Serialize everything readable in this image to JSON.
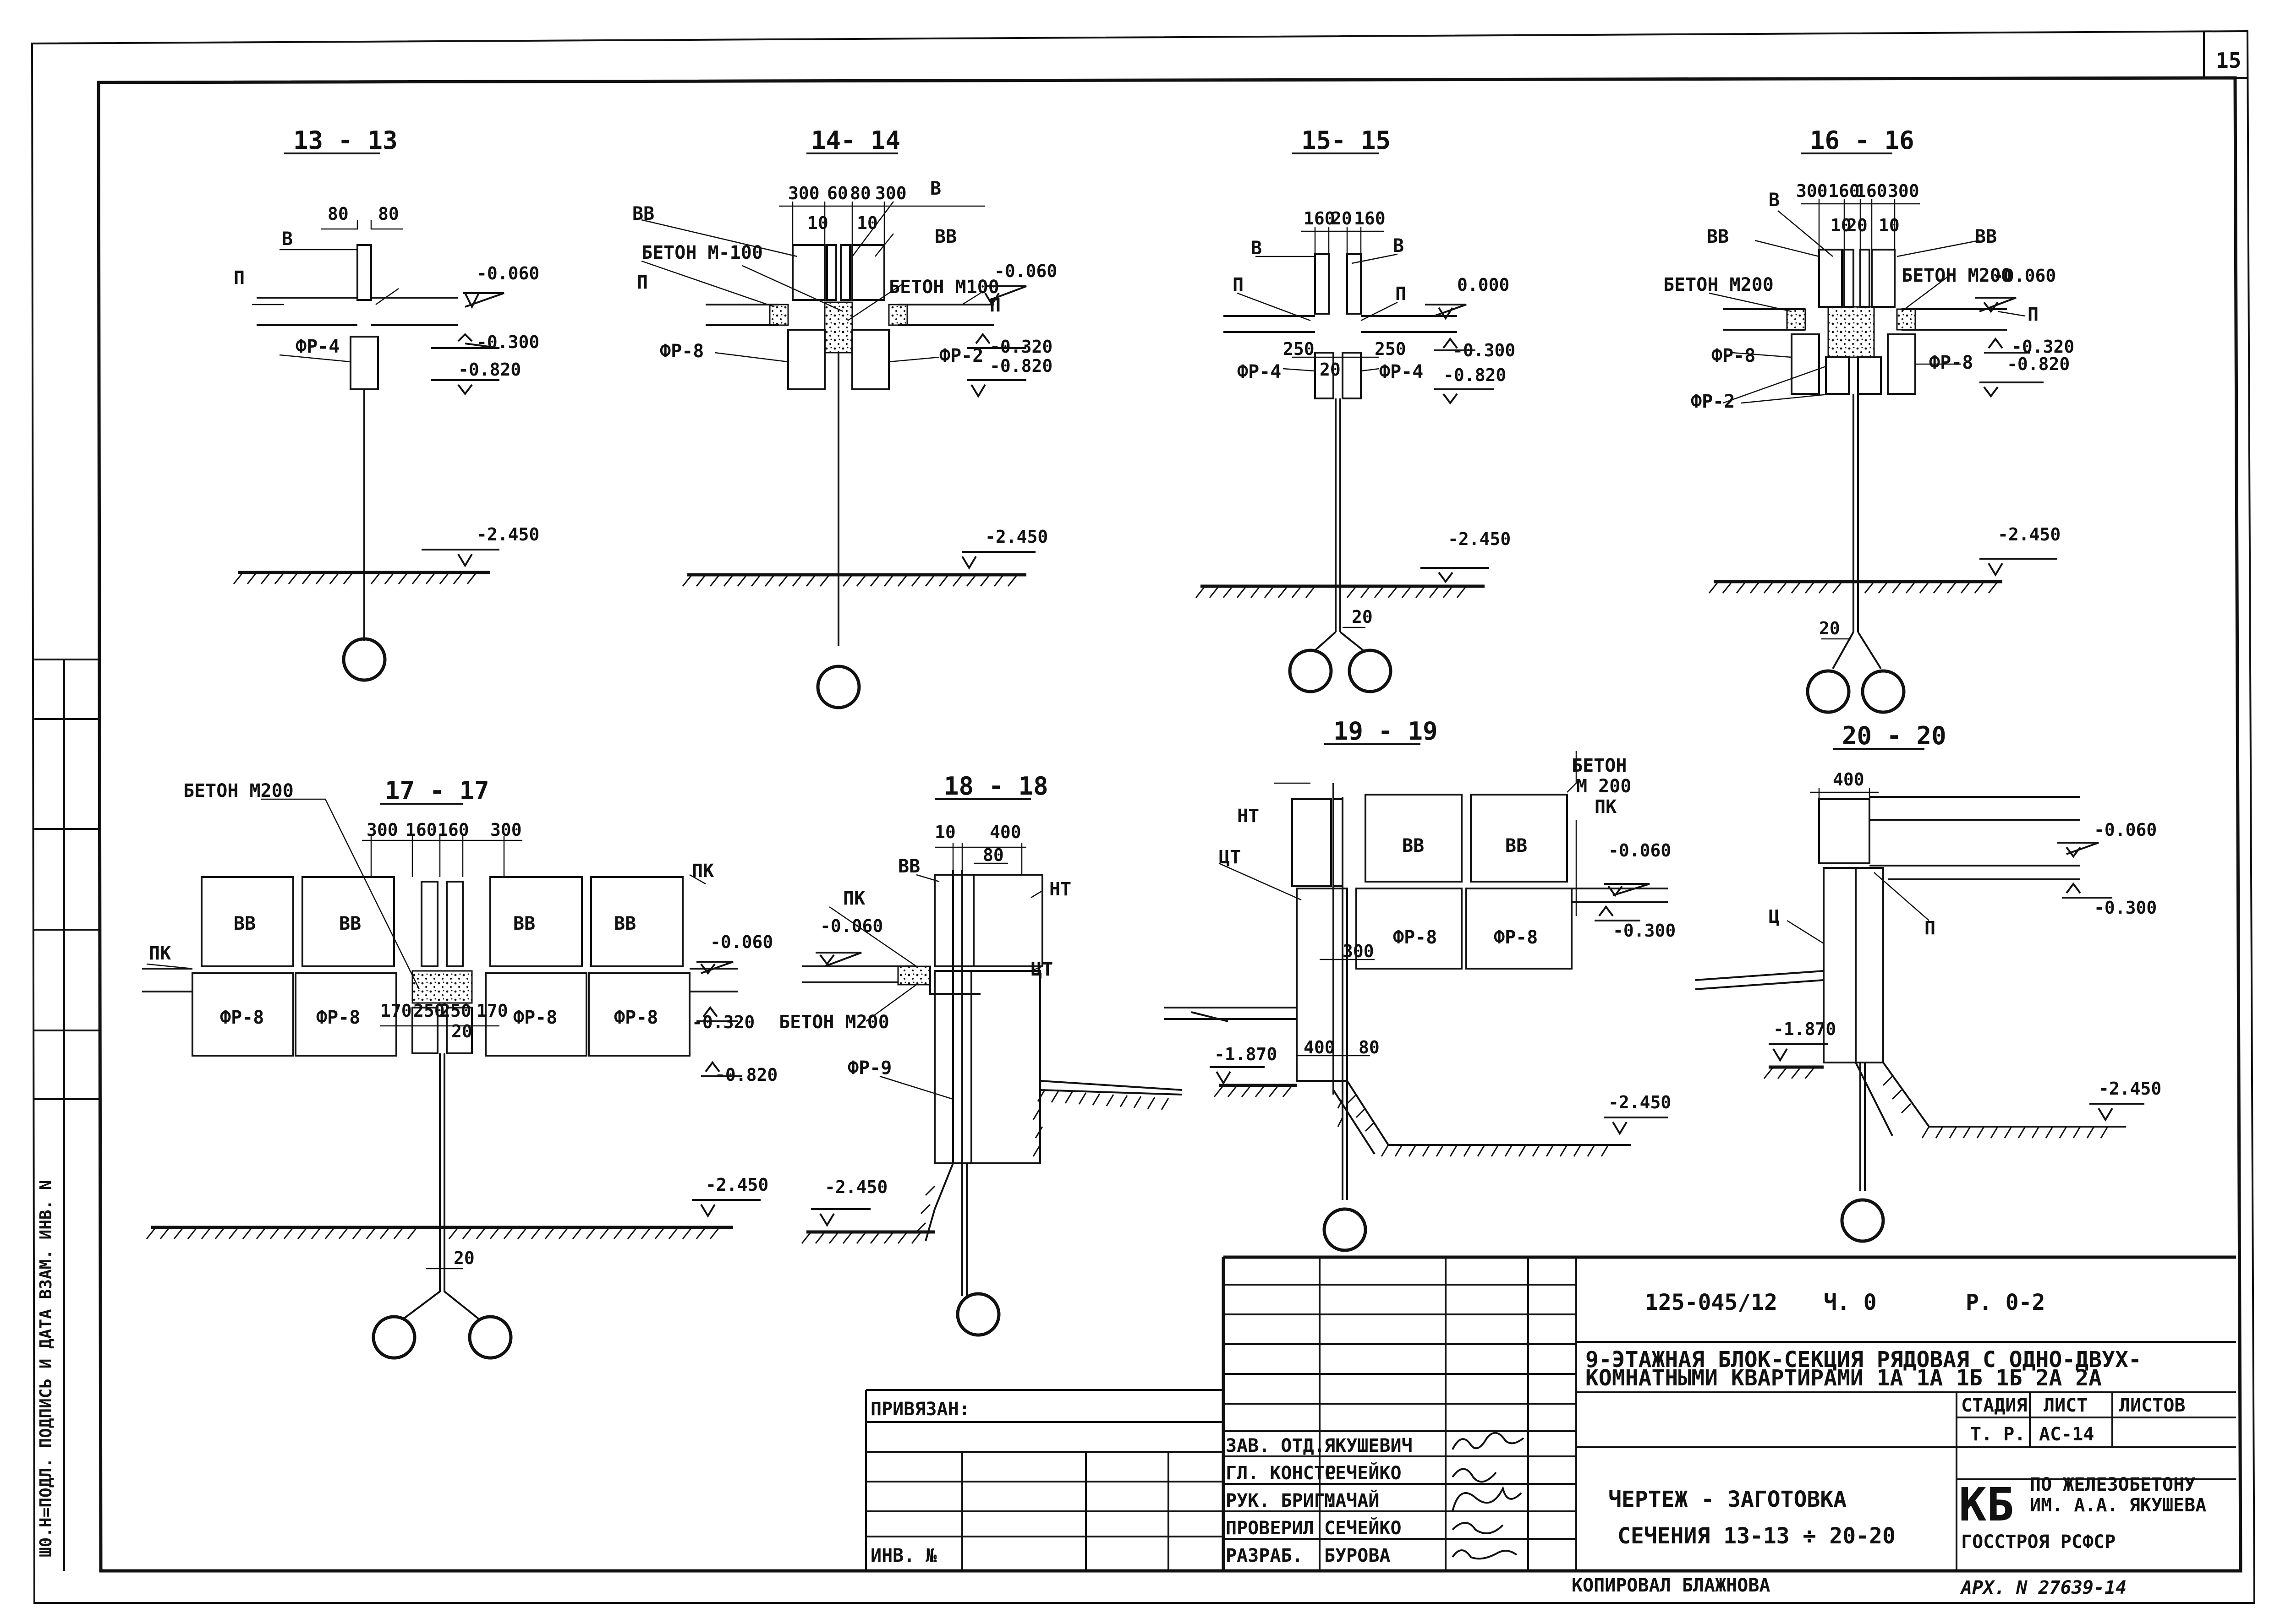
{
  "sheet": {
    "page_number": "15",
    "side_stamp": "Ш0.Н=ПОДЛ. ПОДПИСЬ И ДАТА ВЗАМ. ИНВ. N"
  },
  "sections": {
    "s13": {
      "title": "13 - 13",
      "dims": [
        "80",
        "80"
      ],
      "marks": [
        "В",
        "П",
        "ФР-4"
      ],
      "levels": [
        "-0.060",
        "-0.300",
        "-0.820",
        "-2.450"
      ]
    },
    "s14": {
      "title": "14- 14",
      "dims": [
        "300",
        "60",
        "80",
        "300",
        "10",
        "10"
      ],
      "marks": [
        "ВВ",
        "В",
        "ВВ",
        "БЕТОН М-100",
        "БЕТОН М100",
        "П",
        "П",
        "ФР-8",
        "ФР-2"
      ],
      "levels": [
        "-0.060",
        "-0.320",
        "-0.820",
        "-2.450"
      ]
    },
    "s15": {
      "title": "15- 15",
      "dims": [
        "160",
        "20",
        "160",
        "250",
        "250",
        "20"
      ],
      "marks": [
        "В",
        "В",
        "П",
        "П",
        "ФР-4",
        "ФР-4"
      ],
      "levels": [
        "0.000",
        "-0.300",
        "-0.820",
        "-2.450"
      ],
      "gap": "20"
    },
    "s16": {
      "title": "16 - 16",
      "dims": [
        "300",
        "160",
        "160",
        "300",
        "10",
        "20",
        "10"
      ],
      "marks": [
        "В",
        "ВВ",
        "ВВ",
        "БЕТОН М200",
        "БЕТОН М200",
        "П",
        "ФР-8",
        "ФР-8",
        "ФР-2"
      ],
      "levels": [
        "-0.060",
        "-0.320",
        "-0.820",
        "-2.450"
      ],
      "gap": "20"
    },
    "s17": {
      "title": "17 - 17",
      "dims": [
        "300",
        "160",
        "160",
        "300",
        "170",
        "250",
        "250",
        "170",
        "20",
        "20"
      ],
      "marks": [
        "БЕТОН М200",
        "ПК",
        "ПК",
        "ВВ",
        "ВВ",
        "ВВ",
        "ВВ",
        "ФР-8",
        "ФР-8",
        "ФР-8",
        "ФР-8"
      ],
      "levels": [
        "-0.060",
        "-0.320",
        "-0.820",
        "-2.450"
      ],
      "gap": "20"
    },
    "s18": {
      "title": "18 - 18",
      "dims": [
        "10",
        "400",
        "80"
      ],
      "marks": [
        "ВВ",
        "НТ",
        "ПК",
        "ЦТ",
        "БЕТОН М200",
        "ФР-9"
      ],
      "levels": [
        "-0.060",
        "-2.450"
      ]
    },
    "s19": {
      "title": "19 - 19",
      "dims": [
        "300",
        "400",
        "80"
      ],
      "marks": [
        "НТ",
        "ЦТ",
        "ВВ",
        "ВВ",
        "ФР-8",
        "ФР-8",
        "БЕТОН",
        "М 200",
        "ПК"
      ],
      "levels": [
        "-0.060",
        "-0.300",
        "-1.870",
        "-2.450"
      ]
    },
    "s20": {
      "title": "20 - 20",
      "dims": [
        "400"
      ],
      "marks": [
        "Ц",
        "П"
      ],
      "levels": [
        "-0.060",
        "-0.300",
        "-1.870",
        "-2.450"
      ]
    }
  },
  "title_block": {
    "project_code": "125-045/12",
    "part": "Ч. 0",
    "section_code": "Р. 0-2",
    "description_line1": "9-ЭТАЖНАЯ БЛОК-СЕКЦИЯ РЯДОВАЯ С ОДНО-ДВУХ-",
    "description_line2": "КОМНАТНЫМИ КВАРТИРАМИ  1А 1А 1Б 1Б 2А 2А",
    "stage_hdr": "СТАДИЯ",
    "sheet_hdr": "ЛИСТ",
    "sheets_hdr": "ЛИСТОВ",
    "stage": "Т. Р.",
    "sheet": "АС-14",
    "drawing_title_line1": "ЧЕРТЕЖ  -  ЗАГОТОВКА",
    "drawing_title_line2": "СЕЧЕНИЯ   13-13 ÷ 20-20",
    "org_logo": "КБ",
    "org_line1": "ПО ЖЕЛЕЗОБЕТОНУ",
    "org_line2": "ИМ. А.А. ЯКУШЕВА",
    "org_line3": "ГОССТРОЯ   РСФСР",
    "privyazan": "ПРИВЯЗАН:",
    "inv_no": "ИНВ. №",
    "copied_by": "КОПИРОВАЛ  БЛАЖНОВА",
    "archive_no": "АРХ. N 27639-14",
    "signatories": [
      {
        "role": "ЗАВ. ОТД.",
        "name": "ЯКУШЕВИЧ"
      },
      {
        "role": "ГЛ. КОНСТР",
        "name": "СЕЧЕЙКО"
      },
      {
        "role": "РУК. БРИГ.",
        "name": "МАЧАЙ"
      },
      {
        "role": "ПРОВЕРИЛ",
        "name": "СЕЧЕЙКО"
      },
      {
        "role": "РАЗРАБ.",
        "name": "БУРОВА"
      }
    ]
  }
}
